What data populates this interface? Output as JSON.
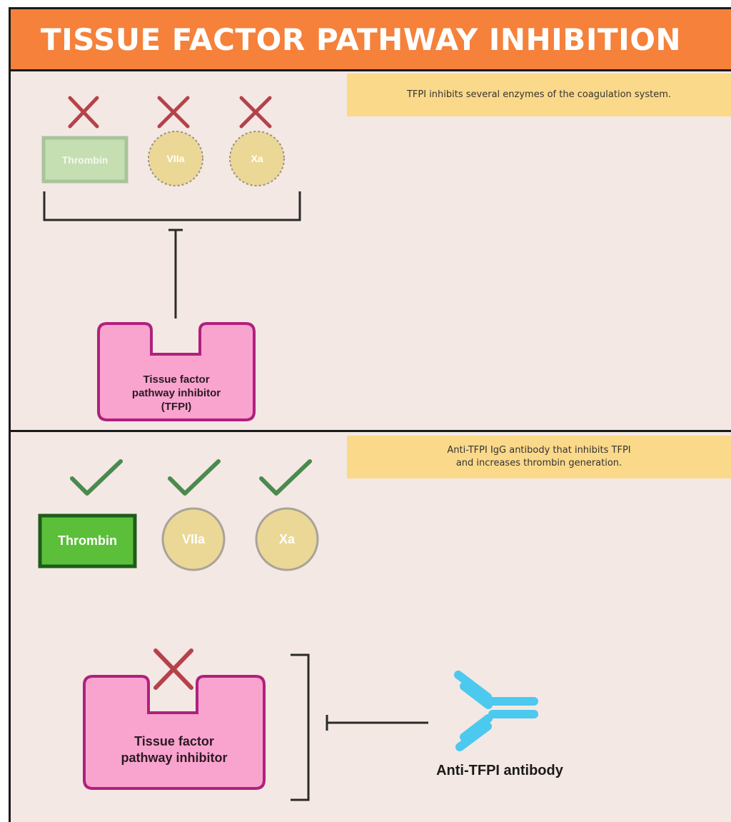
{
  "title": "TISSUE FACTOR PATHWAY INHIBITION",
  "top_panel": {
    "note": "TFPI inhibits several enzymes of the coagulation system.",
    "enzymes": [
      "Thrombin",
      "VIIa",
      "Xa"
    ],
    "inhibitor": {
      "line1": "Tissue factor",
      "line2": "pathway inhibitor",
      "line3": "(TFPI)"
    }
  },
  "bottom_panel": {
    "note_line1": "Anti-TFPI IgG antibody that inhibits TFPI",
    "note_line2": "and increases thrombin generation.",
    "enzymes": [
      "Thrombin",
      "VIIa",
      "Xa"
    ],
    "inhibitor": {
      "line1": "Tissue factor",
      "line2": "pathway inhibitor"
    },
    "antibody_label": "Anti-TFPI antibody"
  },
  "colors": {
    "title_bg": "#f5813b",
    "note_bg": "#fbd98a",
    "cross": "#b5424a",
    "check": "#4a8a4f",
    "tfpi_fill": "#f9a3cf",
    "tfpi_stroke": "#b0207d",
    "antibody": "#4cc9ee"
  }
}
